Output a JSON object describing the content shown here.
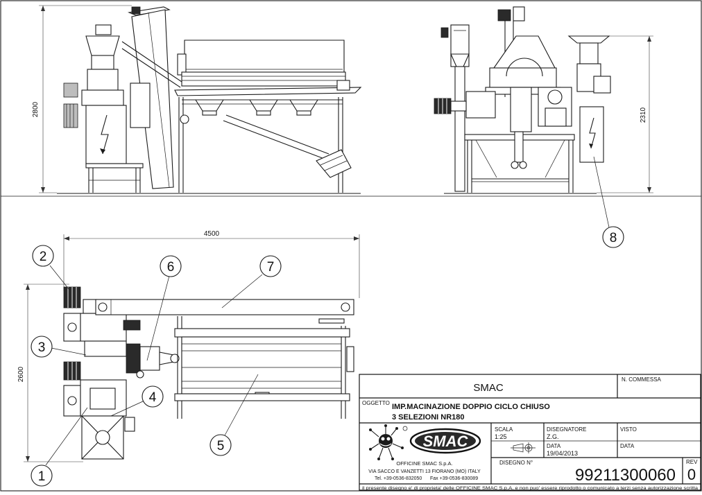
{
  "dimensions": {
    "height_front": "2800",
    "height_side": "2310",
    "width_plan": "4500",
    "depth_plan": "2600"
  },
  "callouts": [
    "1",
    "2",
    "3",
    "4",
    "5",
    "6",
    "7",
    "8"
  ],
  "title_block": {
    "company_header": "SMAC",
    "commessa_label": "N. COMMESSA",
    "oggetto_label": "OGGETTO",
    "oggetto_line1": "IMP.MACINAZIONE DOPPIO CICLO CHIUSO",
    "oggetto_line2": "3 SELEZIONI NR180",
    "scala_label": "SCALA",
    "scala_value": "1:25",
    "disegnatore_label": "DISEGNATORE",
    "disegnatore_value": "Z.G.",
    "visto_label": "VISTO",
    "data_label": "DATA",
    "data_value": "19/04/2013",
    "data_label_2": "DATA",
    "disegno_label": "DISEGNO N°",
    "disegno_value": "99211300060",
    "rev_label": "REV",
    "rev_value": "0",
    "logo_text": "SMAC",
    "company_name": "OFFICINE SMAC S.p.A.",
    "company_address": "VIA SACCO E VANZETTI 13 FIORANO (MO) ITALY",
    "company_phone": "Tel. +39-0536-832050",
    "company_fax": "Fax +39-0536-830089",
    "footer_note": "il presente disegno e' di proprieta' delle OFFICINE SMAC S.p.A. e non puo' essere riprodotto o comunicato a terzi senza autorizzazione scritta"
  }
}
